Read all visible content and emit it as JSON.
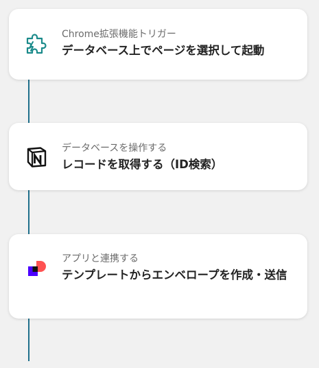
{
  "steps": [
    {
      "subtitle": "Chrome拡張機能トリガー",
      "title": "データベース上でページを選択して起動",
      "icon": "puzzle-piece-icon"
    },
    {
      "subtitle": "データベースを操作する",
      "title": "レコードを取得する（ID検索）",
      "icon": "notion-icon"
    },
    {
      "subtitle": "アプリと連携する",
      "title": "テンプレートからエンベロープを作成・送信",
      "icon": "docusign-icon"
    }
  ],
  "colors": {
    "connector": "#1f6f8b",
    "puzzle_icon": "#1a8a8a",
    "docusign_red": "#ff5252",
    "docusign_blue": "#4c00ff"
  }
}
